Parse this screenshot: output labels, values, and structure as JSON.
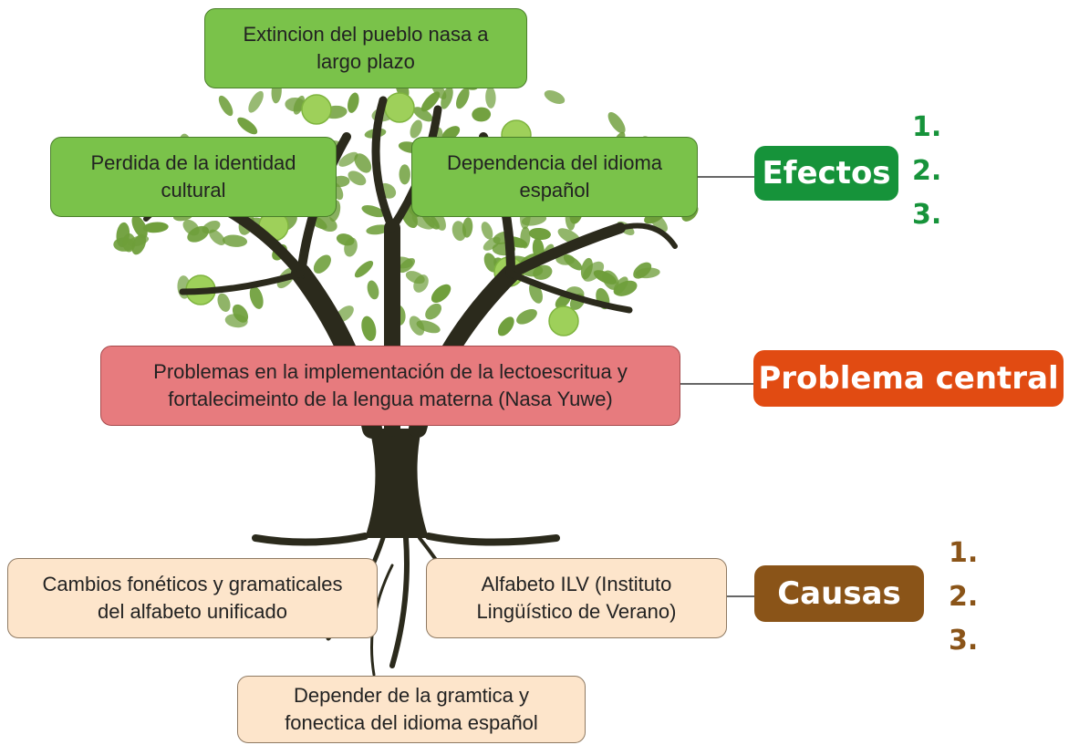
{
  "colors": {
    "effects": "#16933a",
    "problem": "#e14b12",
    "causes": "#8a5418",
    "effect_box": "#7ac24a",
    "problem_box": "#e77b7e",
    "cause_box": "#fde5cb",
    "trunk": "#2b2a1c",
    "leaf": "#6e9e3a",
    "apple": "#9ed05a"
  },
  "effects": {
    "top": "Extincion del pueblo nasa a\nlargo plazo",
    "left": "Perdida de la identidad\ncultural",
    "right": "Dependencia del idioma\nespañol"
  },
  "problem": {
    "text": "Problemas en la implementación de la lectoescritua y\nfortalecimeinto de la lengua materna (Nasa Yuwe)"
  },
  "causes": {
    "left": "Cambios fonéticos y gramaticales\ndel alfabeto unificado",
    "right": "Alfabeto ILV (Instituto\nLingüístico de Verano)",
    "bottom": "Depender de la gramtica y\nfonectica del idioma español"
  },
  "labels": {
    "effects": "Efectos",
    "problem": "Problema central",
    "causes": "Causas"
  },
  "effects_numbers": [
    "1.",
    "2.",
    "3."
  ],
  "causes_numbers": [
    "1.",
    "2.",
    "3."
  ]
}
